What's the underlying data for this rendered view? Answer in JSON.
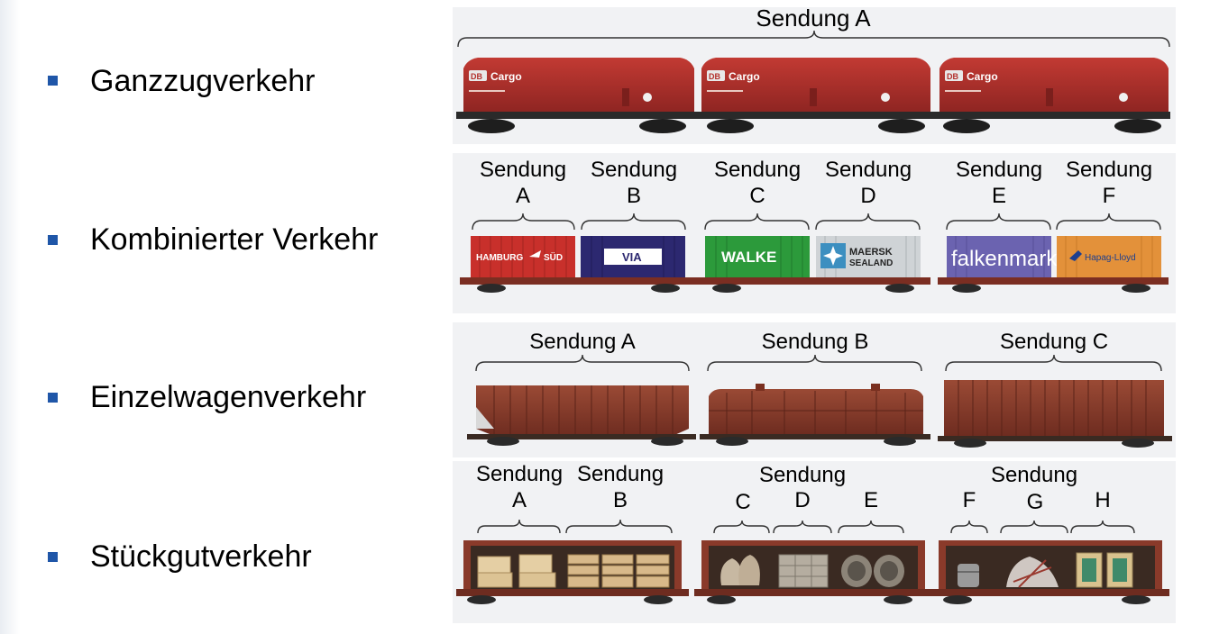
{
  "categories": [
    {
      "label": "Ganzzugverkehr"
    },
    {
      "label": "Kombinierter Verkehr"
    },
    {
      "label": "Einzelwagenverkehr"
    },
    {
      "label": "Stückgutverkehr"
    }
  ],
  "ganzzug": {
    "label": "Sendung A",
    "wagon_brand": "Cargo"
  },
  "kombiniert": {
    "labels": [
      {
        "top": "Sendung",
        "bottom": "A"
      },
      {
        "top": "Sendung",
        "bottom": "B"
      },
      {
        "top": "Sendung",
        "bottom": "C"
      },
      {
        "top": "Sendung",
        "bottom": "D"
      },
      {
        "top": "Sendung",
        "bottom": "E"
      },
      {
        "top": "Sendung",
        "bottom": "F"
      }
    ],
    "containers": [
      {
        "brand": "HAMBURG SÜD",
        "color": "#c8302b"
      },
      {
        "brand": "VIA",
        "color": "#2c2870"
      },
      {
        "brand": "WALKE",
        "color": "#2c9a3b"
      },
      {
        "brand": "MAERSK SEALAND",
        "color": "#cfd3d6"
      },
      {
        "brand": "falkenmark",
        "color": "#6b63b0"
      },
      {
        "brand": "Hapag-Lloyd",
        "color": "#e3913a"
      }
    ]
  },
  "einzelwagen": {
    "labels": [
      "Sendung A",
      "Sendung B",
      "Sendung C"
    ]
  },
  "stueckgut": {
    "group1": [
      {
        "top": "Sendung",
        "bottom": "A"
      },
      {
        "top": "Sendung",
        "bottom": "B"
      }
    ],
    "group2": {
      "top": "Sendung",
      "letters": [
        "C",
        "D",
        "E"
      ]
    },
    "group3": {
      "top": "Sendung",
      "letters": [
        "F",
        "G",
        "H"
      ]
    }
  },
  "colors": {
    "bullet": "#1f56a8",
    "wagon_red": "#b3302c",
    "freight_brown": "#8a3a2a"
  }
}
